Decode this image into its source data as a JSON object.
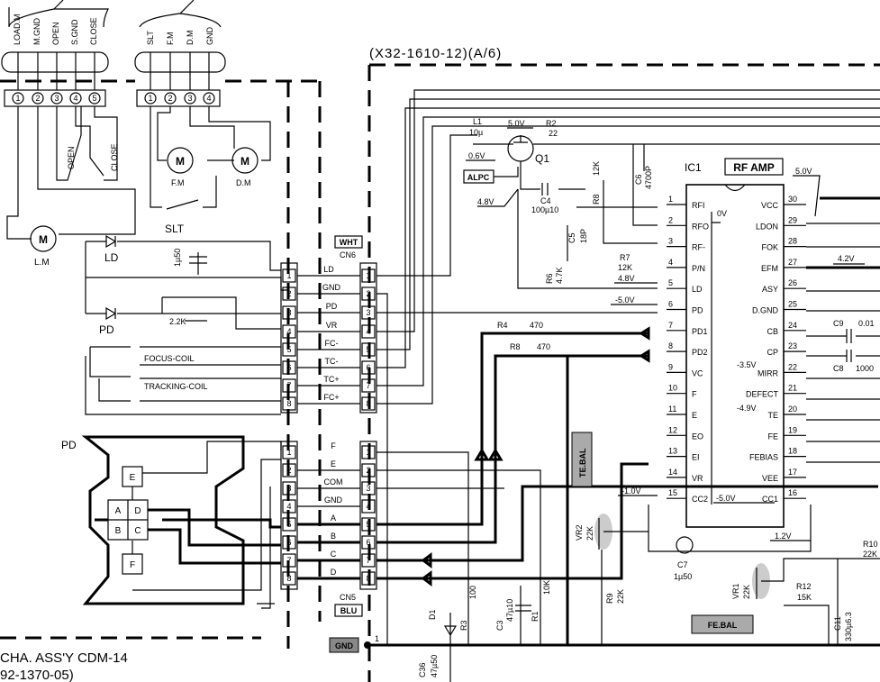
{
  "header": {
    "board_code": "(X32-1610-12)(A/6)",
    "mecha_label": "CHA. ASS'Y CDM-14",
    "mecha_code": "92-1370-05)"
  },
  "connectors": {
    "left_pins": [
      "1",
      "2",
      "3",
      "4",
      "5"
    ],
    "left_labels": [
      "LOAD.M",
      "M.GND",
      "OPEN",
      "S.GND",
      "CLOSE"
    ],
    "motor_pins": [
      "1",
      "2",
      "3",
      "4"
    ],
    "motor_labels": [
      "SLT",
      "F.M",
      "D.M",
      "GND"
    ],
    "cn6_tag": "WHT",
    "cn6_name": "CN6",
    "cn6_pins": [
      "1",
      "2",
      "3",
      "4",
      "5",
      "6",
      "7",
      "8"
    ],
    "cn6_signals": [
      "LD",
      "GND",
      "PD",
      "VR",
      "FC-",
      "TC-",
      "TC+",
      "FC+"
    ],
    "cn5_tag": "BLU",
    "cn5_name": "CN5",
    "cn5_pins": [
      "1",
      "2",
      "3",
      "4",
      "5",
      "6",
      "7",
      "8"
    ],
    "cn5_signals": [
      "F",
      "E",
      "COM",
      "GND",
      "A",
      "B",
      "C",
      "D"
    ],
    "gnd_tag": "GND",
    "gnd_pin": "1"
  },
  "mecha": {
    "open_label": "OPEN",
    "close_label": "CLOSE",
    "motor_symbol": "M",
    "lm_label": "L.M",
    "fm_label": "F.M",
    "dm_label": "D.M",
    "slt_label": "SLT",
    "ld_label": "LD",
    "pd_label": "PD",
    "c_1u50": "1µ50",
    "r_2k2": "2.2K",
    "focus_coil": "FOCUS-COIL",
    "tracking_coil": "TRACKING-COIL",
    "pd_block": "PD",
    "pd_cells": [
      "E",
      "A",
      "D",
      "B",
      "C",
      "F"
    ]
  },
  "components": {
    "l1": "L1",
    "l1_val": "10µ",
    "v06": "0.6V",
    "v50_top": "5.0V",
    "r2": "R2",
    "r2_val": "22",
    "q1": "Q1",
    "alpc": "ALPC",
    "c4": "C4",
    "c4_val": "100µ10",
    "v48_a": "4.8V",
    "r8": "R8",
    "r8_val": "12K",
    "c6": "C6",
    "c6_val": "4700P",
    "c5": "C5",
    "c5_val": "18P",
    "r6": "R6",
    "r6_val": "4.7K",
    "r7": "R7",
    "r7_val": "12K",
    "v48_b": "4.8V",
    "vneg50_a": "-5.0V",
    "r4": "R4",
    "r4_val": "470",
    "r5": "R8",
    "r5_val": "470",
    "te_bal": "TE.BAL",
    "fe_bal": "FE.BAL",
    "vneg10": "-1.0V",
    "vr2": "VR2",
    "vr2_val": "22K",
    "r9": "R9",
    "r9_val": "22K",
    "c7": "C7",
    "c7_val": "1µ50",
    "vr1": "VR1",
    "vr1_val": "22K",
    "r12": "R12",
    "r12_val": "15K",
    "c11": "C11",
    "c11_val": "330µ6.3",
    "r10": "R10",
    "r10_val": "22K",
    "d1": "D1",
    "r3": "R3",
    "r3_val": "100",
    "c3": "C3",
    "c3_val": "47µ10",
    "r1": "R1",
    "r1_val": "10K",
    "c36": "C36",
    "c36_val": "47µ50",
    "c9": "C9",
    "c9_val": "0.01",
    "c8": "C8",
    "c8_val": "1000",
    "v50_r": "5.0V",
    "v42": "4.2V",
    "vneg35": "-3.5V",
    "vneg49": "-4.9V",
    "vneg50_b": "-5.0V",
    "v12": "1.2V"
  },
  "ic": {
    "name": "IC1",
    "title": "RF AMP",
    "ov": "0V",
    "left_pins": [
      {
        "n": "1",
        "s": "RFI"
      },
      {
        "n": "2",
        "s": "RFO"
      },
      {
        "n": "3",
        "s": "RF-"
      },
      {
        "n": "4",
        "s": "P/N"
      },
      {
        "n": "5",
        "s": "LD"
      },
      {
        "n": "6",
        "s": "PD"
      },
      {
        "n": "7",
        "s": "PD1"
      },
      {
        "n": "8",
        "s": "PD2"
      },
      {
        "n": "9",
        "s": "VC"
      },
      {
        "n": "10",
        "s": "F"
      },
      {
        "n": "11",
        "s": "E"
      },
      {
        "n": "12",
        "s": "EO"
      },
      {
        "n": "13",
        "s": "EI"
      },
      {
        "n": "14",
        "s": "VR"
      },
      {
        "n": "15",
        "s": "CC2"
      }
    ],
    "right_pins": [
      {
        "n": "30",
        "s": "VCC"
      },
      {
        "n": "29",
        "s": "LDON"
      },
      {
        "n": "28",
        "s": "FOK"
      },
      {
        "n": "27",
        "s": "EFM"
      },
      {
        "n": "26",
        "s": "ASY"
      },
      {
        "n": "25",
        "s": "D.GND"
      },
      {
        "n": "24",
        "s": "CB"
      },
      {
        "n": "23",
        "s": "CP"
      },
      {
        "n": "22",
        "s": "MIRR"
      },
      {
        "n": "21",
        "s": "DEFECT"
      },
      {
        "n": "20",
        "s": "TE"
      },
      {
        "n": "19",
        "s": "FE"
      },
      {
        "n": "18",
        "s": "FEBIAS"
      },
      {
        "n": "17",
        "s": "VEE"
      },
      {
        "n": "16",
        "s": "CC1"
      }
    ]
  }
}
